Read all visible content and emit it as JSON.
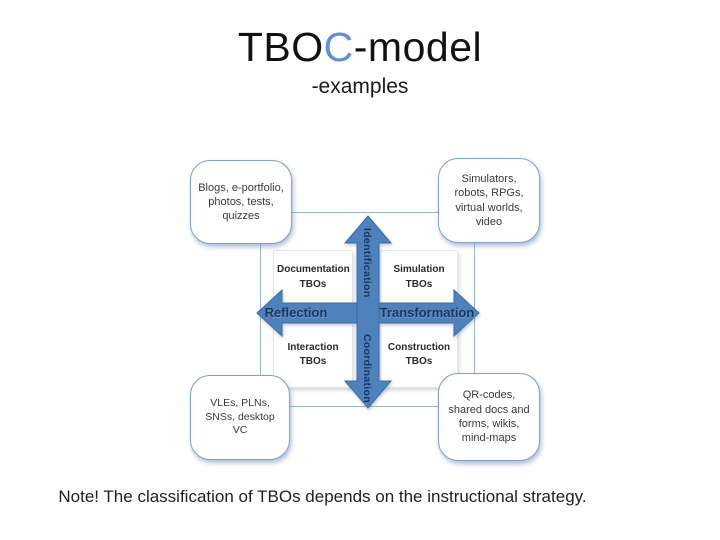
{
  "slide": {
    "title": {
      "prefix": "TBO",
      "highlight": "C",
      "suffix": "-model"
    },
    "subtitle": "-examples",
    "note": "Note! The classification of TBOs depends on the instructional strategy."
  },
  "diagram": {
    "corner_boxes": {
      "top_left": "Blogs, e-portfolio, photos, tests, quizzes",
      "top_right": "Simulators, robots, RPGs, virtual worlds, video",
      "bottom_left": "VLEs, PLNs, SNSs, desktop VC",
      "bottom_right": "QR-codes, shared docs and forms, wikis, mind-maps"
    },
    "quadrants": {
      "top_left": "Documentation TBOs",
      "top_right": "Simulation TBOs",
      "bottom_left": "Interaction TBOs",
      "bottom_right": "Construction TBOs"
    },
    "axes": {
      "vertical_top": "Identification",
      "vertical_bottom": "Coordination",
      "horizontal_left": "Reflection",
      "horizontal_right": "Transformation"
    },
    "colors": {
      "arrow_fill": "#4f81bd",
      "arrow_stroke": "#3b6ca8",
      "axis_text": "#17365d",
      "title_highlight": "#5f8fd4",
      "corner_box_border": "#7da0cd",
      "frame_border": "#9ab4d6"
    }
  }
}
